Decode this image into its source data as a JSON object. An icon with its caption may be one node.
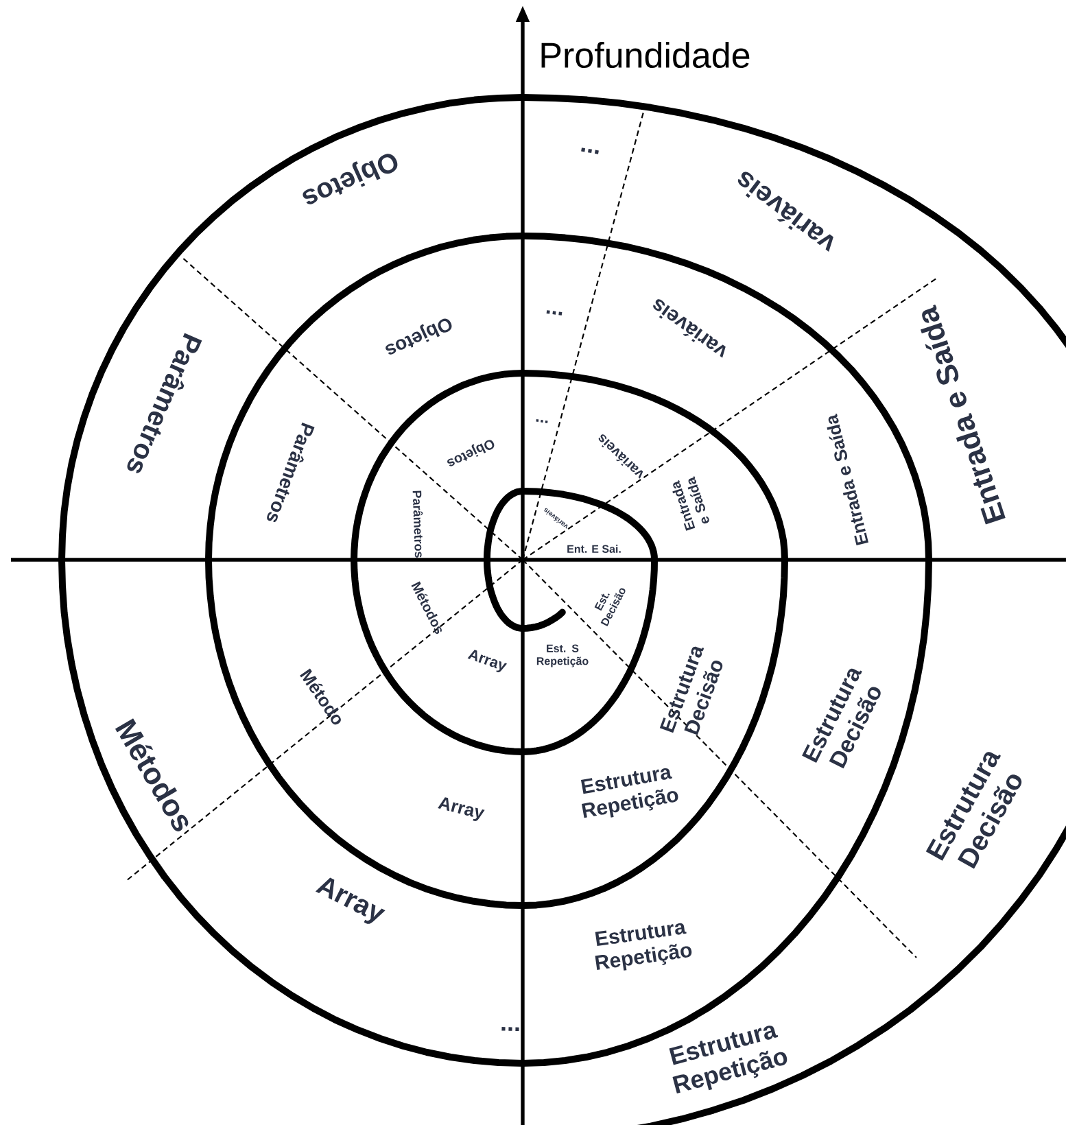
{
  "diagram": {
    "labels": [
      "Profundidade",
      "...",
      "Objetos",
      "variáveis",
      "...",
      "Objetos",
      "variáveis",
      "Parâmetros",
      "Entrada e Saída",
      "...",
      "Objetos",
      "variáveis",
      "Parâmetros",
      "Entrada e Saída",
      "Entrada e Saída",
      "Parâmetros",
      "variáveis",
      "Ent. E Sai.",
      "Métodos",
      "Est. Decisão",
      "Est. S Repetição",
      "Array",
      "Estrutura Decisão",
      "Método",
      "Estrutura Decisão",
      "Métodos",
      "Estrutura Repetição",
      "Array",
      "Estrutura Decisão",
      "Estrutura Repetição",
      "Array",
      "Estrutura Repetição",
      "..."
    ]
  }
}
